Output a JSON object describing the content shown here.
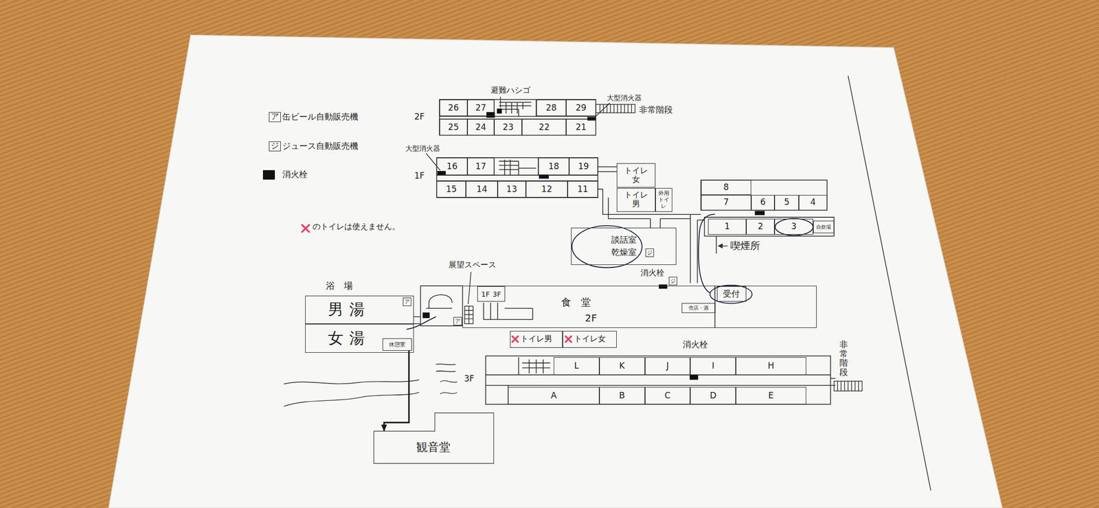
{
  "diagram": {
    "nodes": [
      {
        "text": [
          "26"
        ]
      },
      {
        "text": [
          "27"
        ]
      },
      {
        "text": [
          "28"
        ]
      },
      {
        "text": [
          "29"
        ]
      },
      {
        "text": [
          "25"
        ]
      },
      {
        "text": [
          "24"
        ]
      },
      {
        "text": [
          "23"
        ]
      },
      {
        "text": [
          "22"
        ]
      },
      {
        "text": [
          "21"
        ]
      },
      {
        "text": [
          "16"
        ]
      },
      {
        "text": [
          "17"
        ]
      },
      {
        "text": [
          "18"
        ]
      },
      {
        "text": [
          "19"
        ]
      },
      {
        "text": [
          "15"
        ]
      },
      {
        "text": [
          "14"
        ]
      },
      {
        "text": [
          "13"
        ]
      },
      {
        "text": [
          "12"
        ]
      },
      {
        "text": [
          "11"
        ]
      },
      {
        "text": [
          "トイレ 女"
        ]
      },
      {
        "text": [
          "トイレ 男"
        ]
      },
      {
        "text": [
          "外用トイレ"
        ]
      },
      {
        "text": [
          "8"
        ]
      },
      {
        "text": [
          "7"
        ]
      },
      {
        "text": [
          "6"
        ]
      },
      {
        "text": [
          "5"
        ]
      },
      {
        "text": [
          "4"
        ]
      },
      {
        "text": [
          "1"
        ]
      },
      {
        "text": [
          "2"
        ]
      },
      {
        "text": [
          "3"
        ]
      },
      {
        "text": [
          "自炊場"
        ]
      },
      {
        "text": [
          "談話室",
          "乾燥室"
        ]
      },
      {
        "text": [
          "食　堂",
          "2F"
        ]
      },
      {
        "text": [
          "受付"
        ],
        "in": 31
      },
      {
        "text": [
          "売店・酒"
        ],
        "in": 31
      },
      {
        "text": [
          "1F",
          "3F"
        ],
        "in": 31
      },
      {
        "text": [
          "男湯"
        ]
      },
      {
        "text": [
          "女湯"
        ]
      },
      {
        "text": [
          "休憩室"
        ],
        "in": 36
      },
      {
        "text": [
          "トイレ男"
        ]
      },
      {
        "text": [
          "トイレ女"
        ]
      },
      {
        "text": [
          "L"
        ]
      },
      {
        "text": [
          "K"
        ]
      },
      {
        "text": [
          "J"
        ]
      },
      {
        "text": [
          "I"
        ]
      },
      {
        "text": [
          "H"
        ]
      },
      {
        "text": [
          "A"
        ]
      },
      {
        "text": [
          "B"
        ]
      },
      {
        "text": [
          "C"
        ]
      },
      {
        "text": [
          "D"
        ]
      },
      {
        "text": [
          "E"
        ]
      },
      {
        "text": [
          "観音堂"
        ]
      },
      {
        "text": [
          "ジ"
        ],
        "in": 30
      },
      {
        "text": [
          "ジ"
        ]
      },
      {
        "text": [
          "ア"
        ],
        "in": 35
      },
      {
        "text": [
          "ア"
        ]
      }
    ],
    "edges": [
      {
        "from": 37,
        "to": 50,
        "arrow": "to"
      }
    ],
    "labels": [
      "2F",
      "避難ハシゴ",
      "大型消火器",
      "非常階段",
      "1F",
      "大型消火器",
      "喫煙所",
      "消火栓",
      "展望スペース",
      "浴　場",
      "消火栓",
      "非常階段",
      "3F",
      "ア",
      "ジ"
    ],
    "legend": [
      {
        "text": "缶ビール自動販売機"
      },
      {
        "text": "ジュース自動販売機"
      },
      {
        "text": "消火栓",
        "color": "#111111"
      },
      {
        "text": "のトイレは使えません。"
      }
    ]
  }
}
